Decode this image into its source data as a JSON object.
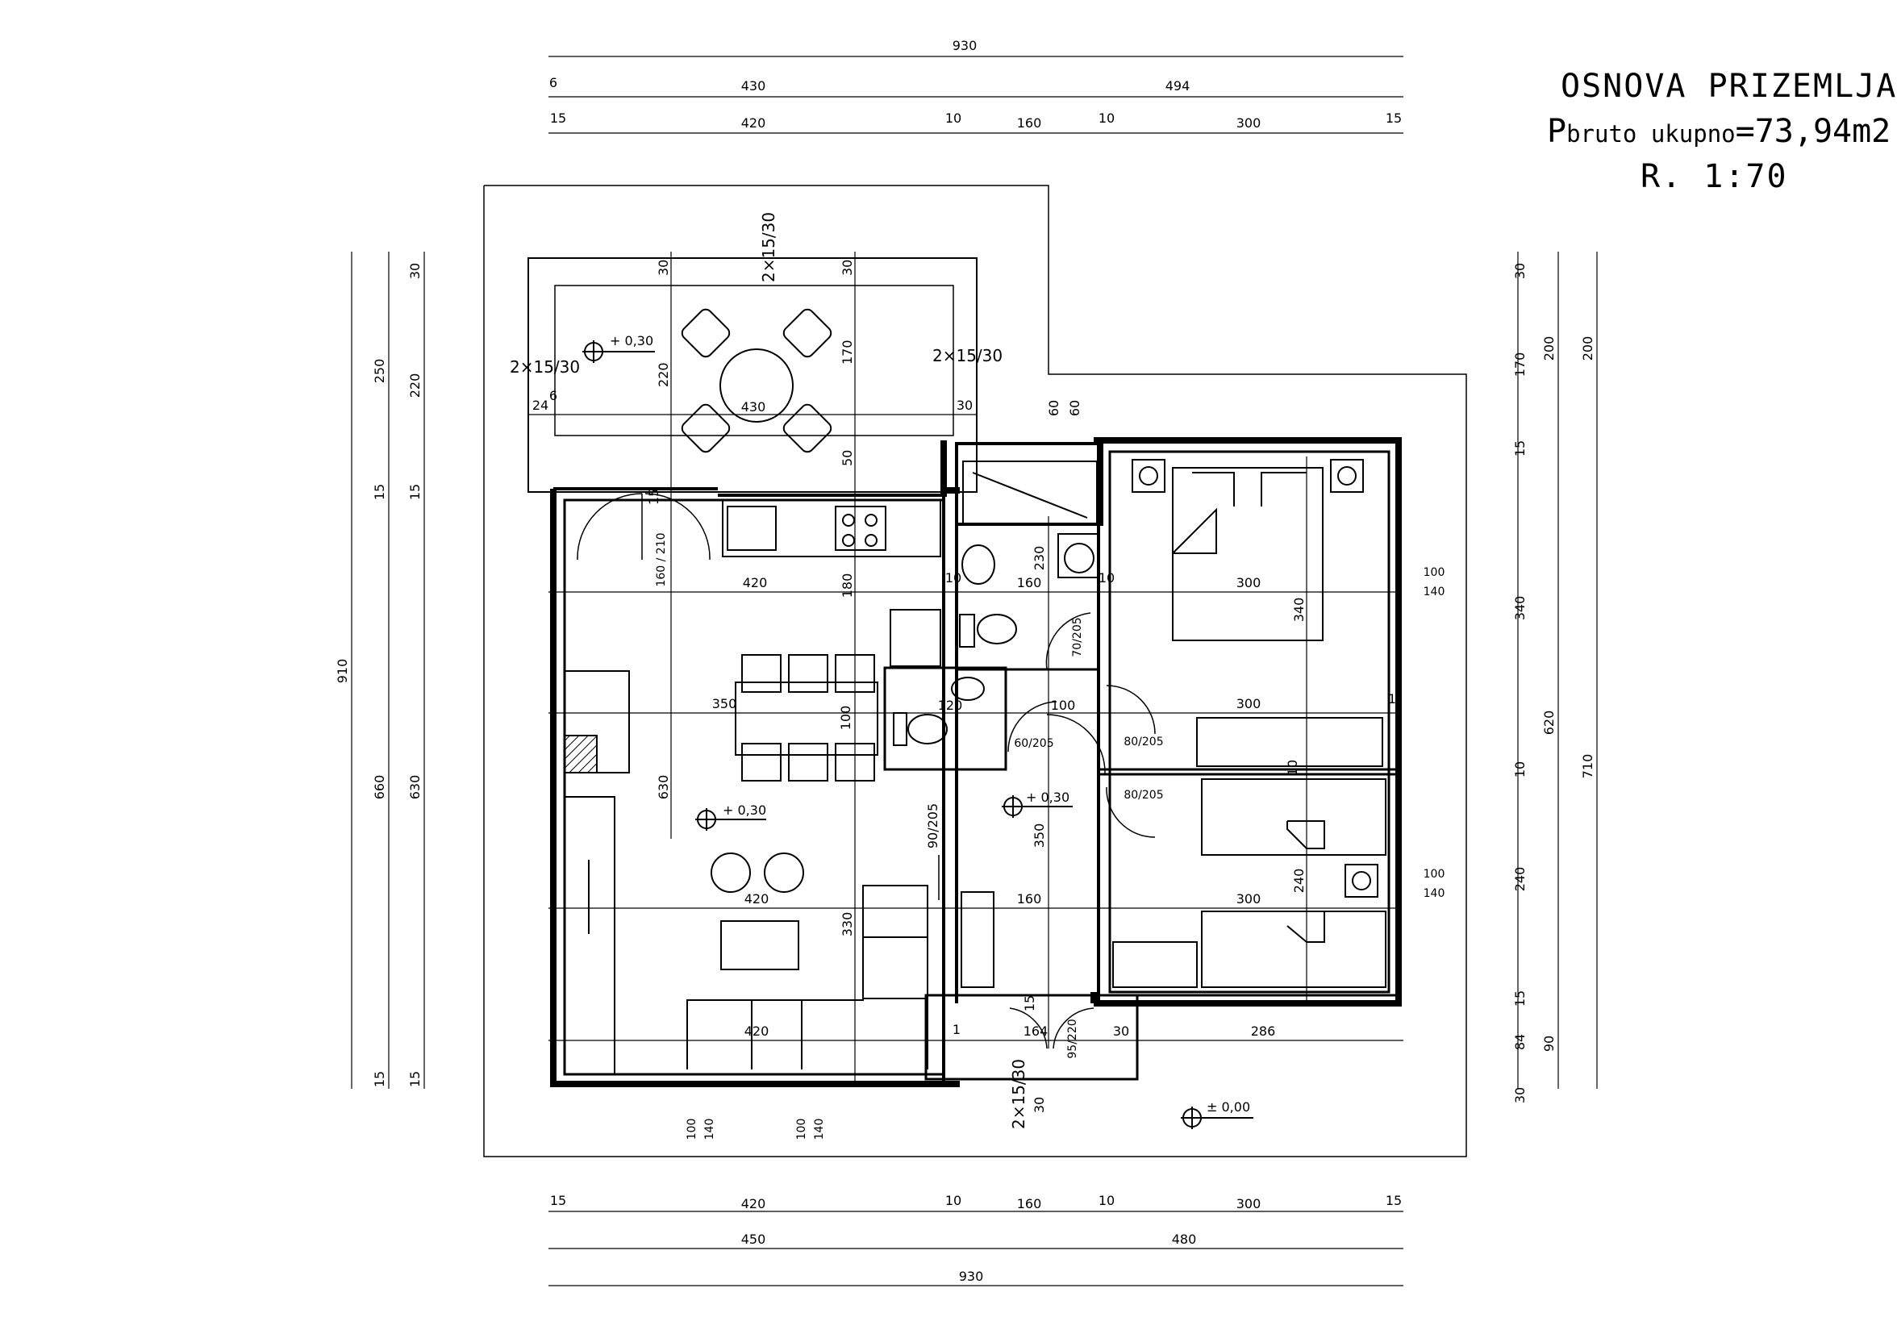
{
  "title": "OSNOVA PRIZEMLJA",
  "area_label": "Pbruto ukupno=73,94m2",
  "area_prefix": "P",
  "area_sub": "bruto ukupno",
  "area_value": "=73,94m2",
  "scale": "R. 1:70",
  "dims_top": {
    "overall": "930",
    "row2": [
      "6",
      "430",
      "494"
    ],
    "row3": [
      "15",
      "420",
      "10",
      "160",
      "10",
      "300",
      "15"
    ]
  },
  "dims_bottom": {
    "row1": [
      "15",
      "420",
      "10",
      "160",
      "10",
      "300",
      "15"
    ],
    "row2": [
      "450",
      "480"
    ],
    "overall": "930"
  },
  "dims_left": {
    "overall": "910",
    "col2": [
      "250",
      "15",
      "660",
      "15"
    ],
    "col3": [
      "30",
      "220",
      "15",
      "630",
      "15"
    ]
  },
  "dims_right": {
    "col1": [
      "30",
      "170",
      "15",
      "340",
      "10",
      "240",
      "15",
      "84",
      "30"
    ],
    "col2": [
      "200",
      "620",
      "90"
    ],
    "col3": [
      "200",
      "710"
    ]
  },
  "terrace": {
    "level": "+ 0,30",
    "steps_left": "2×15/30",
    "steps_right": "2×15/30",
    "steps_top": "2×15/30",
    "dims": [
      "30",
      "30",
      "220",
      "170",
      "430",
      "24",
      "6",
      "30",
      "50"
    ]
  },
  "interior": {
    "living_level": "+ 0,30",
    "hall_level": "+ 0,30",
    "ground_level": "± 0,00",
    "entry_steps": "2×15/30",
    "labels": [
      "420",
      "180",
      "160 / 210",
      "15",
      "350",
      "100",
      "630",
      "420",
      "330",
      "420",
      "90/205",
      "120",
      "60/205",
      "100",
      "70/205",
      "160",
      "230",
      "10",
      "10",
      "300",
      "340",
      "300",
      "80/205",
      "80/205",
      "350",
      "160",
      "300",
      "240",
      "10",
      "164",
      "95/220",
      "30",
      "286",
      "15",
      "30",
      "60",
      "60",
      "1",
      "1"
    ],
    "window_labels": [
      "100",
      "140",
      "100",
      "140",
      "100",
      "140",
      "100",
      "140"
    ]
  }
}
